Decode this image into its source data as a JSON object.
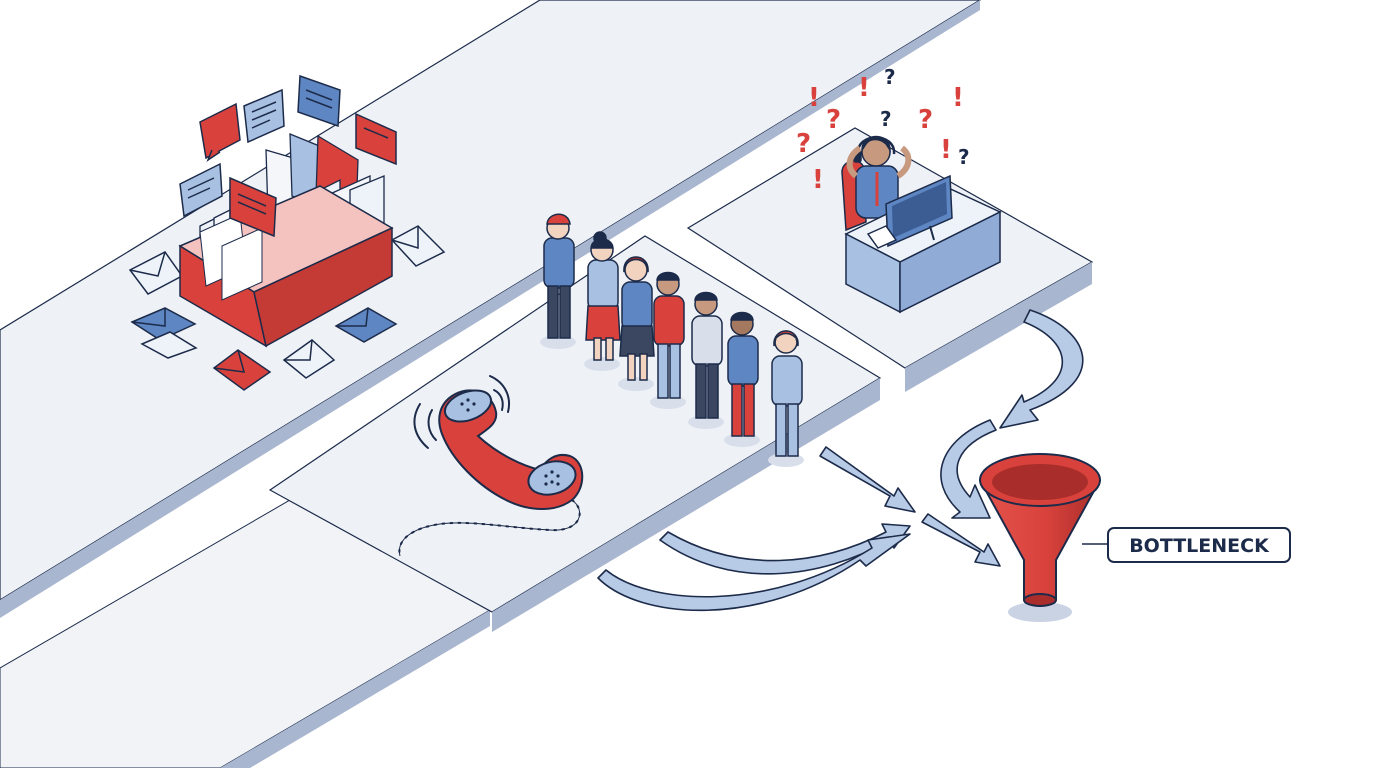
{
  "colors": {
    "navy": "#1c2b4a",
    "red": "#d9423c",
    "red_dark": "#a92d2a",
    "blue": "#5d86c2",
    "blue_light": "#a8c0e2",
    "platform": "#eef1f6",
    "platform_side": "#a9b6cf",
    "arrow_fill": "#b8cbe6"
  },
  "icons": {
    "inbox": "file-box-icon",
    "phone": "ringing-phone-icon",
    "queue": "customer-queue-icon",
    "agent": "stressed-agent-icon",
    "funnel": "funnel-icon"
  },
  "labels": {
    "bottleneck": "BOTTLENECK"
  },
  "flow": {
    "sources": [
      "inbox",
      "phone",
      "queue",
      "agent"
    ],
    "target": "funnel"
  }
}
